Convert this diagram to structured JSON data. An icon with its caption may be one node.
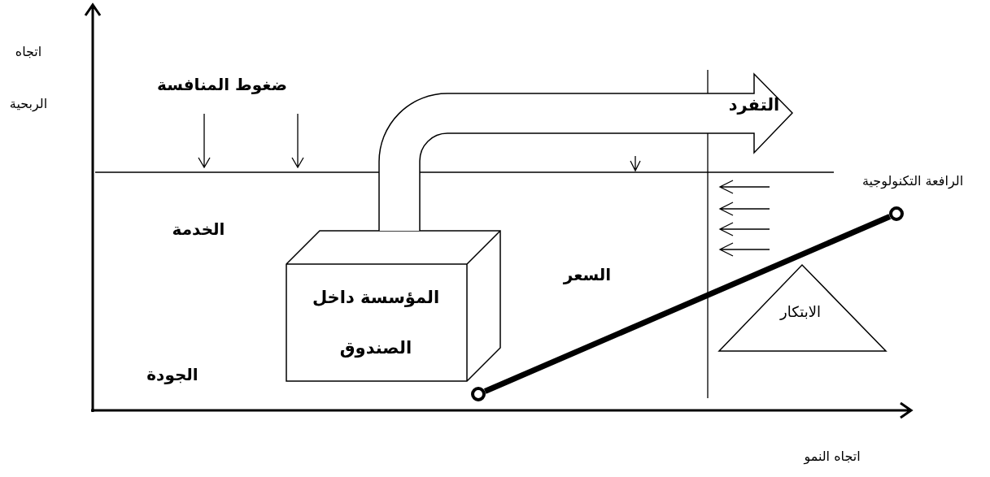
{
  "diagram": {
    "nodes": [
      {
        "text": [
          "المؤسسة داخل الصندوق"
        ]
      },
      {
        "text": [
          "التفرد"
        ]
      },
      {
        "text": [
          "الابتكار"
        ]
      },
      {
        "text": [],
        "shape": "circle"
      },
      {
        "text": [],
        "shape": "circle"
      }
    ],
    "edges": [
      {
        "from": 3,
        "to": 4,
        "arrow": "none"
      }
    ],
    "labels": [
      "اتجاه",
      "الربحية",
      "ضغوط المنافسة",
      "الخدمة",
      "السعر",
      "الرافعة التكنولوجية",
      "الجودة",
      "اتجاه النمو"
    ]
  }
}
